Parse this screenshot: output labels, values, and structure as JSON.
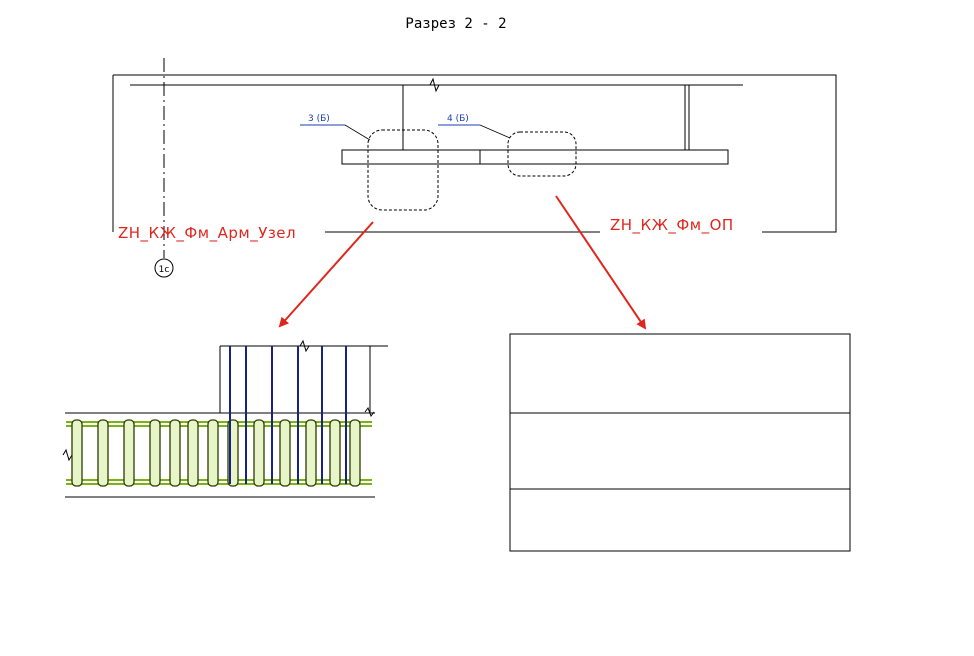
{
  "title": "Разрез 2 - 2",
  "callouts": [
    {
      "label": "3 (Б)"
    },
    {
      "label": "4 (Б)"
    }
  ],
  "family_labels": {
    "left": "ZH_КЖ_Фм_Арм_Узел",
    "right": "ZH_КЖ_Фм_ОП"
  },
  "axis": {
    "label": "1с"
  },
  "colors": {
    "line": "#000000",
    "arrow": "#e0261c",
    "callout": "#1a3fb0",
    "rebar_vertical": "#1a237e",
    "rebar_stirrup": "#7ab317"
  }
}
